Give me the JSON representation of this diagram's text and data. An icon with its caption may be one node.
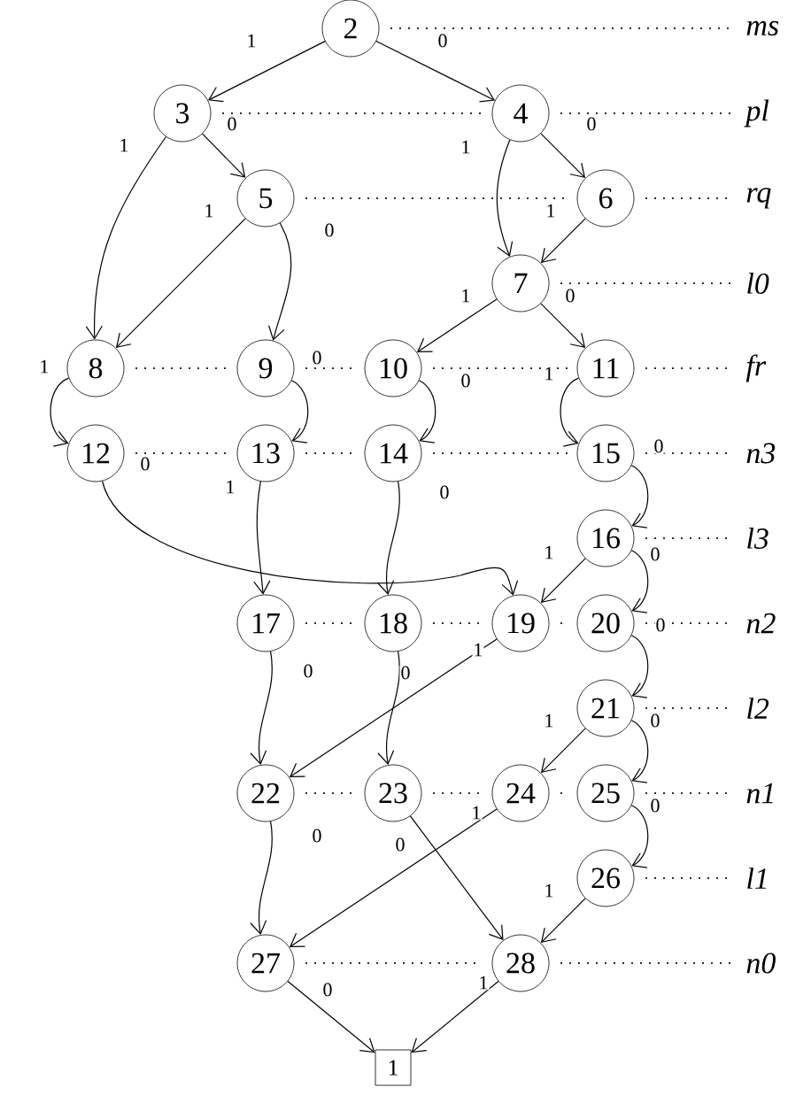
{
  "diagram": {
    "nodes": [
      {
        "text": [
          "2"
        ]
      },
      {
        "text": [
          "3"
        ]
      },
      {
        "text": [
          "4"
        ]
      },
      {
        "text": [
          "5"
        ]
      },
      {
        "text": [
          "6"
        ]
      },
      {
        "text": [
          "7"
        ]
      },
      {
        "text": [
          "8"
        ]
      },
      {
        "text": [
          "9"
        ]
      },
      {
        "text": [
          "10"
        ]
      },
      {
        "text": [
          "11"
        ]
      },
      {
        "text": [
          "12"
        ]
      },
      {
        "text": [
          "13"
        ]
      },
      {
        "text": [
          "14"
        ]
      },
      {
        "text": [
          "15"
        ]
      },
      {
        "text": [
          "16"
        ]
      },
      {
        "text": [
          "17"
        ]
      },
      {
        "text": [
          "18"
        ]
      },
      {
        "text": [
          "19"
        ]
      },
      {
        "text": [
          "20"
        ]
      },
      {
        "text": [
          "21"
        ]
      },
      {
        "text": [
          "22"
        ]
      },
      {
        "text": [
          "23"
        ]
      },
      {
        "text": [
          "24"
        ]
      },
      {
        "text": [
          "25"
        ]
      },
      {
        "text": [
          "26"
        ]
      },
      {
        "text": [
          "27"
        ]
      },
      {
        "text": [
          "28"
        ]
      },
      {
        "text": [
          "1"
        ]
      }
    ],
    "edges": [
      {
        "from": 0,
        "to": 1,
        "arrow": "to",
        "label": "1"
      },
      {
        "from": 0,
        "to": 2,
        "arrow": "to",
        "label": "0"
      },
      {
        "from": 1,
        "to": 6,
        "arrow": "to",
        "label": "1"
      },
      {
        "from": 1,
        "to": 3,
        "arrow": "to",
        "label": "0"
      },
      {
        "from": 2,
        "to": 5,
        "arrow": "to",
        "label": "1"
      },
      {
        "from": 2,
        "to": 4,
        "arrow": "to",
        "label": "0"
      },
      {
        "from": 3,
        "to": 6,
        "arrow": "to",
        "label": "1"
      },
      {
        "from": 3,
        "to": 7,
        "arrow": "to",
        "label": "0"
      },
      {
        "from": 4,
        "to": 5,
        "arrow": "to",
        "label": "1"
      },
      {
        "from": 5,
        "to": 8,
        "arrow": "to",
        "label": "1"
      },
      {
        "from": 5,
        "to": 9,
        "arrow": "to",
        "label": "0"
      },
      {
        "from": 6,
        "to": 10,
        "arrow": "to",
        "label": "1"
      },
      {
        "from": 7,
        "to": 11,
        "arrow": "to",
        "label": "0"
      },
      {
        "from": 8,
        "to": 12,
        "arrow": "to",
        "label": "0"
      },
      {
        "from": 9,
        "to": 13,
        "arrow": "to",
        "label": "1"
      },
      {
        "from": 10,
        "to": 17,
        "arrow": "to",
        "label": "0"
      },
      {
        "from": 11,
        "to": 15,
        "arrow": "to",
        "label": "1"
      },
      {
        "from": 12,
        "to": 16,
        "arrow": "to",
        "label": "0"
      },
      {
        "from": 13,
        "to": 14,
        "arrow": "to",
        "label": "0"
      },
      {
        "from": 14,
        "to": 17,
        "arrow": "to",
        "label": "1"
      },
      {
        "from": 14,
        "to": 18,
        "arrow": "to",
        "label": "0"
      },
      {
        "from": 18,
        "to": 19,
        "arrow": "to",
        "label": "0"
      },
      {
        "from": 17,
        "to": 20,
        "arrow": "to",
        "label": "1"
      },
      {
        "from": 15,
        "to": 20,
        "arrow": "to",
        "label": "0"
      },
      {
        "from": 16,
        "to": 21,
        "arrow": "to",
        "label": "0"
      },
      {
        "from": 19,
        "to": 22,
        "arrow": "to",
        "label": "1"
      },
      {
        "from": 19,
        "to": 23,
        "arrow": "to",
        "label": "0"
      },
      {
        "from": 23,
        "to": 24,
        "arrow": "to",
        "label": "0"
      },
      {
        "from": 22,
        "to": 25,
        "arrow": "to",
        "label": "1"
      },
      {
        "from": 20,
        "to": 25,
        "arrow": "to",
        "label": "0"
      },
      {
        "from": 21,
        "to": 26,
        "arrow": "to",
        "label": "0"
      },
      {
        "from": 24,
        "to": 26,
        "arrow": "to",
        "label": "1"
      },
      {
        "from": 25,
        "to": 27,
        "arrow": "to",
        "label": "0"
      },
      {
        "from": 26,
        "to": 27,
        "arrow": "to",
        "label": "1"
      }
    ],
    "labels": [
      "ms",
      "pl",
      "rq",
      "l0",
      "fr",
      "n3",
      "l3",
      "n2",
      "l2",
      "n1",
      "l1",
      "n0"
    ]
  }
}
